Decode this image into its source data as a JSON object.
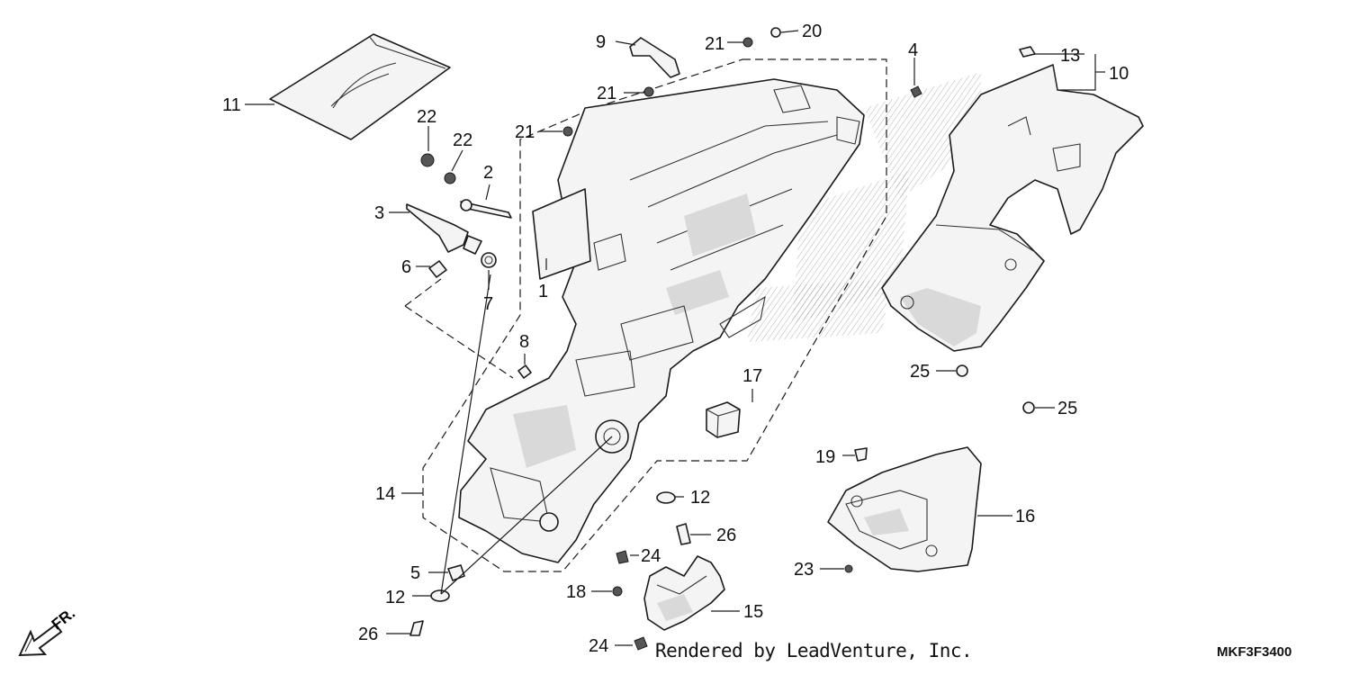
{
  "callouts": [
    {
      "id": "c1",
      "label": "1"
    },
    {
      "id": "c2",
      "label": "2"
    },
    {
      "id": "c3",
      "label": "3"
    },
    {
      "id": "c4",
      "label": "4"
    },
    {
      "id": "c5",
      "label": "5"
    },
    {
      "id": "c6",
      "label": "6"
    },
    {
      "id": "c7",
      "label": "7"
    },
    {
      "id": "c8",
      "label": "8"
    },
    {
      "id": "c9",
      "label": "9"
    },
    {
      "id": "c10",
      "label": "10"
    },
    {
      "id": "c11",
      "label": "11"
    },
    {
      "id": "c12a",
      "label": "12"
    },
    {
      "id": "c12b",
      "label": "12"
    },
    {
      "id": "c13",
      "label": "13"
    },
    {
      "id": "c14",
      "label": "14"
    },
    {
      "id": "c15",
      "label": "15"
    },
    {
      "id": "c16",
      "label": "16"
    },
    {
      "id": "c17",
      "label": "17"
    },
    {
      "id": "c18",
      "label": "18"
    },
    {
      "id": "c19",
      "label": "19"
    },
    {
      "id": "c20",
      "label": "20"
    },
    {
      "id": "c21a",
      "label": "21"
    },
    {
      "id": "c21b",
      "label": "21"
    },
    {
      "id": "c21c",
      "label": "21"
    },
    {
      "id": "c22a",
      "label": "22"
    },
    {
      "id": "c22b",
      "label": "22"
    },
    {
      "id": "c23",
      "label": "23"
    },
    {
      "id": "c24a",
      "label": "24"
    },
    {
      "id": "c24b",
      "label": "24"
    },
    {
      "id": "c25a",
      "label": "25"
    },
    {
      "id": "c25b",
      "label": "25"
    },
    {
      "id": "c26a",
      "label": "26"
    },
    {
      "id": "c26b",
      "label": "26"
    }
  ],
  "direction_label": "FR.",
  "credit": "Rendered by LeadVenture, Inc.",
  "diagram_code": "MKF3F3400",
  "colors": {
    "line": "#1a1a1a",
    "shade": "#d9d9d9",
    "background": "#ffffff"
  }
}
